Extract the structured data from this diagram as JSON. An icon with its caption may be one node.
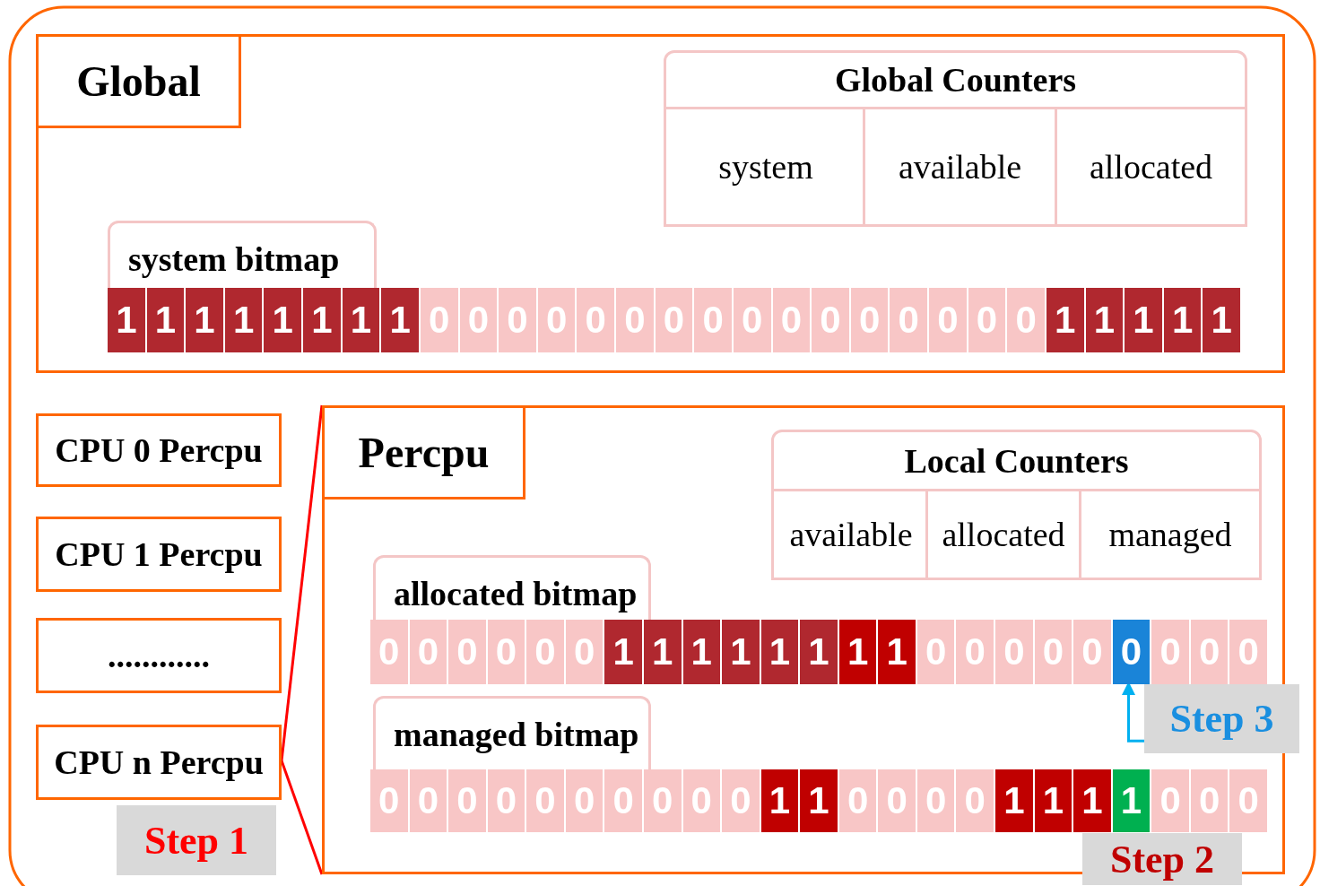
{
  "diagram": {
    "nodes": [
      {
        "text": [
          "Global"
        ]
      },
      {
        "text": [
          "Global Counters"
        ],
        "in": 0
      },
      {
        "text": [
          "system"
        ],
        "in": 1
      },
      {
        "text": [
          "available"
        ],
        "in": 1
      },
      {
        "text": [
          "allocated"
        ],
        "in": 1
      },
      {
        "text": [
          "system bitmap"
        ],
        "in": 0
      },
      {
        "text": [
          "1"
        ],
        "in": 5
      },
      {
        "text": [
          "1"
        ],
        "in": 5
      },
      {
        "text": [
          "1"
        ],
        "in": 5
      },
      {
        "text": [
          "1"
        ],
        "in": 5
      },
      {
        "text": [
          "1"
        ],
        "in": 5
      },
      {
        "text": [
          "1"
        ],
        "in": 5
      },
      {
        "text": [
          "1"
        ],
        "in": 5
      },
      {
        "text": [
          "1"
        ],
        "in": 5
      },
      {
        "text": [
          "0"
        ],
        "in": 5
      },
      {
        "text": [
          "0"
        ],
        "in": 5
      },
      {
        "text": [
          "0"
        ],
        "in": 5
      },
      {
        "text": [
          "0"
        ],
        "in": 5
      },
      {
        "text": [
          "0"
        ],
        "in": 5
      },
      {
        "text": [
          "0"
        ],
        "in": 5
      },
      {
        "text": [
          "0"
        ],
        "in": 5
      },
      {
        "text": [
          "0"
        ],
        "in": 5
      },
      {
        "text": [
          "0"
        ],
        "in": 5
      },
      {
        "text": [
          "0"
        ],
        "in": 5
      },
      {
        "text": [
          "0"
        ],
        "in": 5
      },
      {
        "text": [
          "0"
        ],
        "in": 5
      },
      {
        "text": [
          "0"
        ],
        "in": 5
      },
      {
        "text": [
          "0"
        ],
        "in": 5
      },
      {
        "text": [
          "0"
        ],
        "in": 5
      },
      {
        "text": [
          "0"
        ],
        "in": 5
      },
      {
        "text": [
          "1"
        ],
        "in": 5
      },
      {
        "text": [
          "1"
        ],
        "in": 5
      },
      {
        "text": [
          "1"
        ],
        "in": 5
      },
      {
        "text": [
          "1"
        ],
        "in": 5
      },
      {
        "text": [
          "1"
        ],
        "in": 5
      },
      {
        "text": [
          "CPU 0 Percpu"
        ]
      },
      {
        "text": [
          "CPU 1 Percpu"
        ]
      },
      {
        "text": [
          "............"
        ]
      },
      {
        "text": [
          "Step 1"
        ]
      },
      {
        "text": [
          "CPU n Percpu"
        ]
      },
      {
        "text": [
          "Percpu"
        ]
      },
      {
        "text": [
          "Local Counters"
        ],
        "in": 40
      },
      {
        "text": [
          "available"
        ],
        "in": 41
      },
      {
        "text": [
          "allocated"
        ],
        "in": 41
      },
      {
        "text": [
          "managed"
        ],
        "in": 41
      },
      {
        "text": [
          "allocated bitmap"
        ],
        "in": 40
      },
      {
        "text": [
          "0"
        ],
        "in": 45
      },
      {
        "text": [
          "0"
        ],
        "in": 45
      },
      {
        "text": [
          "0"
        ],
        "in": 45
      },
      {
        "text": [
          "0"
        ],
        "in": 45
      },
      {
        "text": [
          "0"
        ],
        "in": 45
      },
      {
        "text": [
          "0"
        ],
        "in": 45
      },
      {
        "text": [
          "1"
        ],
        "in": 45
      },
      {
        "text": [
          "1"
        ],
        "in": 45
      },
      {
        "text": [
          "1"
        ],
        "in": 45
      },
      {
        "text": [
          "1"
        ],
        "in": 45
      },
      {
        "text": [
          "1"
        ],
        "in": 45
      },
      {
        "text": [
          "1"
        ],
        "in": 45
      },
      {
        "text": [
          "1"
        ],
        "in": 45
      },
      {
        "text": [
          "1"
        ],
        "in": 45
      },
      {
        "text": [
          "0"
        ],
        "in": 45
      },
      {
        "text": [
          "0"
        ],
        "in": 45
      },
      {
        "text": [
          "0"
        ],
        "in": 45
      },
      {
        "text": [
          "0"
        ],
        "in": 45
      },
      {
        "text": [
          "0"
        ],
        "in": 45
      },
      {
        "text": [
          "0"
        ],
        "in": 45
      },
      {
        "text": [
          "0"
        ],
        "in": 45
      },
      {
        "text": [
          "0"
        ],
        "in": 45
      },
      {
        "text": [
          "0"
        ],
        "in": 45
      },
      {
        "text": [
          "managed bitmap"
        ],
        "in": 40
      },
      {
        "text": [
          "0"
        ],
        "in": 69
      },
      {
        "text": [
          "0"
        ],
        "in": 69
      },
      {
        "text": [
          "0"
        ],
        "in": 69
      },
      {
        "text": [
          "0"
        ],
        "in": 69
      },
      {
        "text": [
          "0"
        ],
        "in": 69
      },
      {
        "text": [
          "0"
        ],
        "in": 69
      },
      {
        "text": [
          "0"
        ],
        "in": 69
      },
      {
        "text": [
          "0"
        ],
        "in": 69
      },
      {
        "text": [
          "0"
        ],
        "in": 69
      },
      {
        "text": [
          "0"
        ],
        "in": 69
      },
      {
        "text": [
          "1"
        ],
        "in": 69
      },
      {
        "text": [
          "1"
        ],
        "in": 69
      },
      {
        "text": [
          "0"
        ],
        "in": 69
      },
      {
        "text": [
          "0"
        ],
        "in": 69
      },
      {
        "text": [
          "0"
        ],
        "in": 69
      },
      {
        "text": [
          "0"
        ],
        "in": 69
      },
      {
        "text": [
          "1"
        ],
        "in": 69
      },
      {
        "text": [
          "1"
        ],
        "in": 69
      },
      {
        "text": [
          "1"
        ],
        "in": 69
      },
      {
        "text": [
          "1"
        ],
        "in": 69
      },
      {
        "text": [
          "0"
        ],
        "in": 69
      },
      {
        "text": [
          "0"
        ],
        "in": 69
      },
      {
        "text": [
          "0"
        ],
        "in": 69
      },
      {
        "text": [
          "Step 3"
        ]
      },
      {
        "text": [
          "Step 2"
        ]
      }
    ],
    "edges": [
      {
        "from": 39,
        "to": 40,
        "arrow": "none"
      },
      {
        "from": 39,
        "to": 40,
        "arrow": "none"
      },
      {
        "from": 93,
        "to": 65,
        "arrow": "to",
        "color": "#00b0f0"
      }
    ]
  }
}
